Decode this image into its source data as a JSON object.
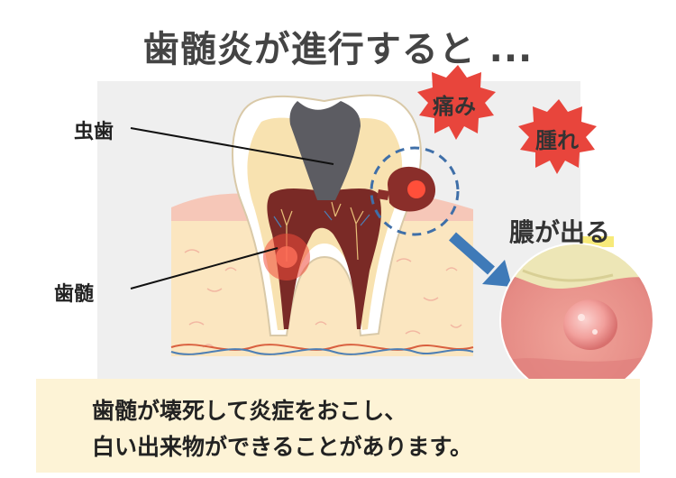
{
  "title": "歯髄炎が進行すると ...",
  "labels": {
    "cavity": "虫歯",
    "pulp": "歯髄",
    "pain": "痛み",
    "swelling": "腫れ",
    "pus": "膿が出る"
  },
  "caption": {
    "line1": "歯髄が壊死して炎症をおこし、",
    "line2": "白い出来物ができることがあります。"
  },
  "colors": {
    "burst": "#e8453c",
    "arrow": "#3f7ab8",
    "dashed_circle": "#3f6fa8",
    "highlight": "#f7ea7a",
    "caption_bg": "#fdf3d6",
    "pulp": "#7a2a26",
    "gum": "#f6c7b8",
    "bone": "#fbe6c0"
  }
}
